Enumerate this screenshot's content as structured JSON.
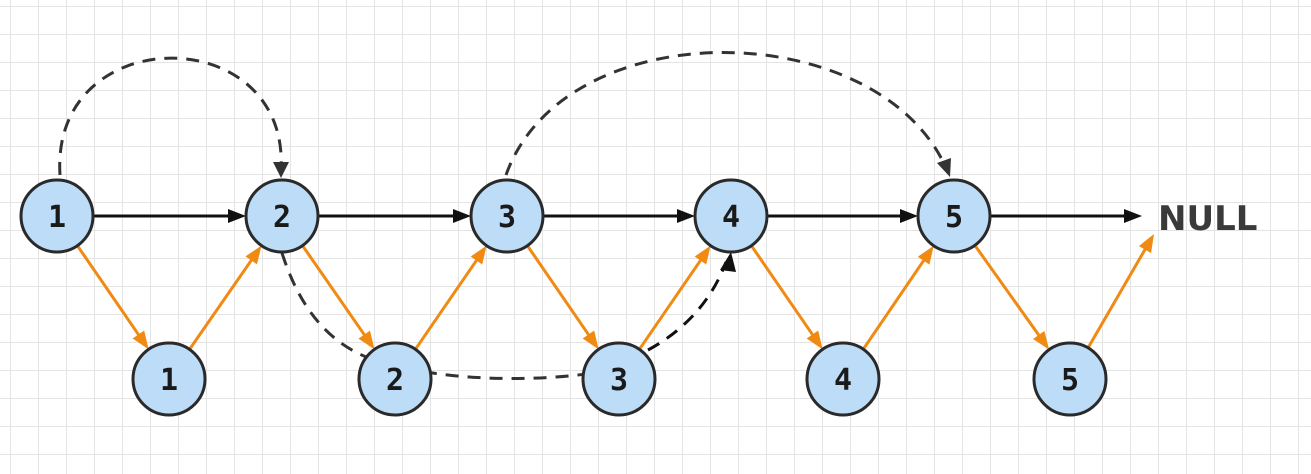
{
  "diagram": {
    "original_nodes": [
      {
        "label": "1"
      },
      {
        "label": "2"
      },
      {
        "label": "3"
      },
      {
        "label": "4"
      },
      {
        "label": "5"
      }
    ],
    "copy_nodes": [
      {
        "label": "1"
      },
      {
        "label": "2"
      },
      {
        "label": "3"
      },
      {
        "label": "4"
      },
      {
        "label": "5"
      }
    ],
    "tail_label": "NULL",
    "colors": {
      "node_fill": "#bcdcf7",
      "node_stroke": "#2a2a2a",
      "next_arrow": "#111111",
      "copy_arrow": "#f08a12",
      "random_arrow": "#333333",
      "grid": "#e4e4e4"
    }
  }
}
